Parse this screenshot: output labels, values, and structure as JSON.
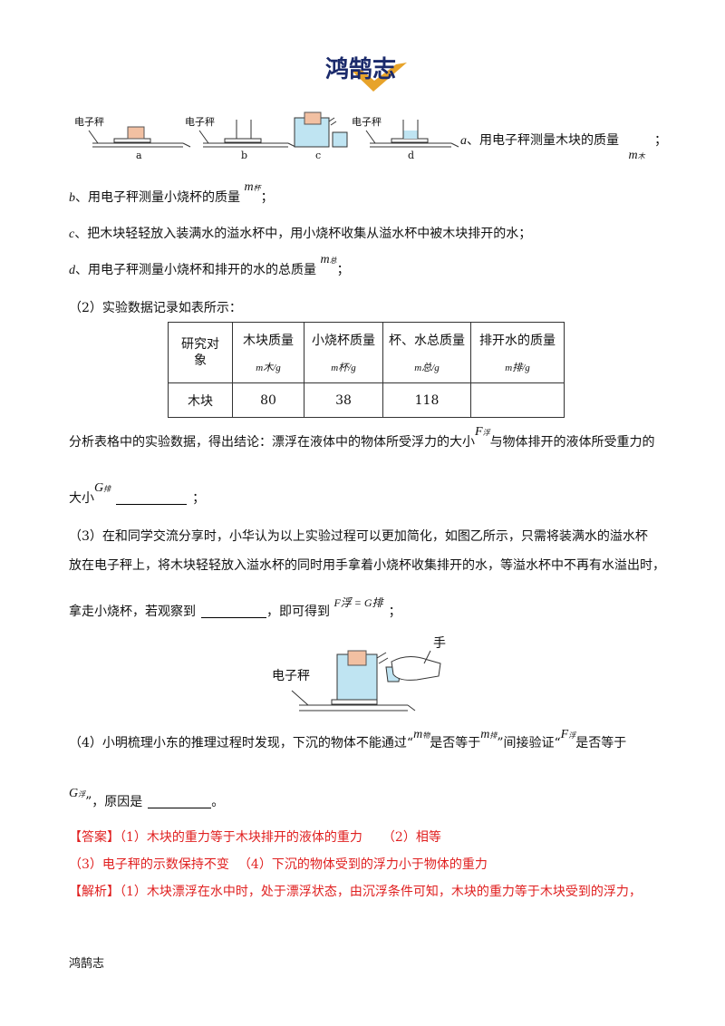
{
  "logo": {
    "text": "鸿鹄志"
  },
  "figure_jia": {
    "scale_label": "电子秤",
    "captions": [
      "a",
      "b",
      "c",
      "d"
    ]
  },
  "steps": {
    "a_letter": "a",
    "a_text": "、用电子秤测量木块的质量",
    "a_sym": "m",
    "a_sub": "木",
    "a_end": "；",
    "b_letter": "b",
    "b_text": "、用电子秤测量小烧杯的质量",
    "b_sym": "m",
    "b_sub": "杯",
    "b_end": "；",
    "c_letter": "c",
    "c_text": "、把木块轻轻放入装满水的溢水杯中，用小烧杯收集从溢水杯中被木块排开的水；",
    "d_letter": "d",
    "d_text": "、用电子秤测量小烧杯和排开的水的总质量",
    "d_sym": "m",
    "d_sub": "总",
    "d_end": "；"
  },
  "q2": {
    "intro": "（2）实验数据记录如表所示：",
    "table": {
      "headers": [
        {
          "label": "研究对象",
          "unit": ""
        },
        {
          "label": "木块质量",
          "unit": "m木/g"
        },
        {
          "label": "小烧杯质量",
          "unit": "m杯/g"
        },
        {
          "label": "杯、水总质量",
          "unit": "m总/g"
        },
        {
          "label": "排开水的质量",
          "unit": "m排/g"
        }
      ],
      "rows": [
        [
          "木块",
          "80",
          "38",
          "118",
          ""
        ]
      ]
    },
    "conclusion_1": "分析表格中的实验数据，得出结论：漂浮在液体中的物体所受浮力的大小",
    "F_sym": "F",
    "F_sub": "浮",
    "conclusion_2": "与物体排开的液体所受重力的",
    "conclusion_3": "大小",
    "G_sym": "G",
    "G_sub": "排",
    "conclusion_end": "；"
  },
  "q3": {
    "line1": "（3）在和同学交流分享时，小华认为以上实验过程可以更加简化，如图乙所示，只需将装满水的溢水杯",
    "line2": "放在电子秤上，将木块轻轻放入溢水杯的同时用手拿着小烧杯收集排开的水，等溢水杯中不再有水溢出时，",
    "line3a": "拿走小烧杯，若观察到",
    "line3b": "，即可得到",
    "formula": "F浮 = G排",
    "line3_end": "；",
    "figure_scale_label": "电子秤",
    "figure_hand_label": "手"
  },
  "q4": {
    "line1a": "（4）小明梳理小东的推理过程时发现，下沉的物体不能通过“",
    "m1_sym": "m",
    "m1_sub": "物",
    "line1b": "是否等于",
    "m2_sym": "m",
    "m2_sub": "排",
    "line1c": "”间接验证“",
    "F_sym": "F",
    "F_sub": "浮",
    "line1d": "是否等于",
    "G_sym": "G",
    "G_sub": "浮",
    "line2a": "”，原因是",
    "line2_end": "。"
  },
  "answer": {
    "tag": "【答案】",
    "a1": "（1）木块的重力等于木块排开的液体的重力",
    "a2": "（2）相等",
    "a3": "（3）电子秤的示数保持不变",
    "a4": "（4）下沉的物体受到的浮力小于物体的重力"
  },
  "analysis": {
    "tag": "【解析】",
    "text": "（1）木块漂浮在水中时，处于漂浮状态，由沉浮条件可知，木块的重力等于木块受到的浮力，"
  },
  "footer": {
    "text": "鸿鹄志"
  },
  "colors": {
    "answer_red": "#e02020",
    "water_blue": "#bfe4f2",
    "wood": "#f2c0a2",
    "logo_blue": "#1b2a6b",
    "logo_gold": "#e7a32a"
  }
}
